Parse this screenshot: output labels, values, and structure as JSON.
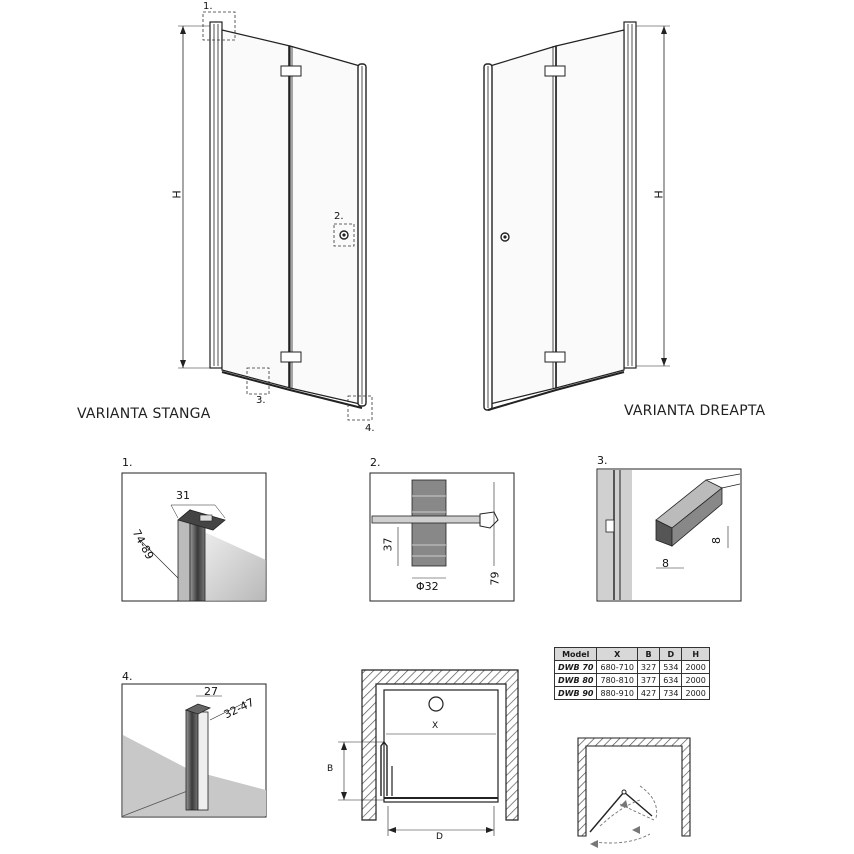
{
  "labels": {
    "left_variant": "VARIANTA STANGA",
    "right_variant": "VARIANTA DREAPTA",
    "height_symbol": "H",
    "callout_1": "1.",
    "callout_2": "2.",
    "callout_3": "3.",
    "callout_4": "4."
  },
  "details": {
    "d1": {
      "title": "1.",
      "width": "31",
      "range": "74-89"
    },
    "d2": {
      "title": "2.",
      "height": "37",
      "diameter": "Φ32",
      "offset": "79"
    },
    "d3": {
      "title": "3.",
      "height": "8",
      "width": "8"
    },
    "d4": {
      "title": "4.",
      "width": "27",
      "range": "32-47"
    }
  },
  "plan": {
    "x_label": "X",
    "b_label": "B",
    "d_label": "D"
  },
  "table": {
    "headers": [
      "Model",
      "X",
      "B",
      "D",
      "H"
    ],
    "rows": [
      [
        "DWB 70",
        "680-710",
        "327",
        "534",
        "2000"
      ],
      [
        "DWB 80",
        "780-810",
        "377",
        "634",
        "2000"
      ],
      [
        "DWB 90",
        "880-910",
        "427",
        "734",
        "2000"
      ]
    ]
  }
}
